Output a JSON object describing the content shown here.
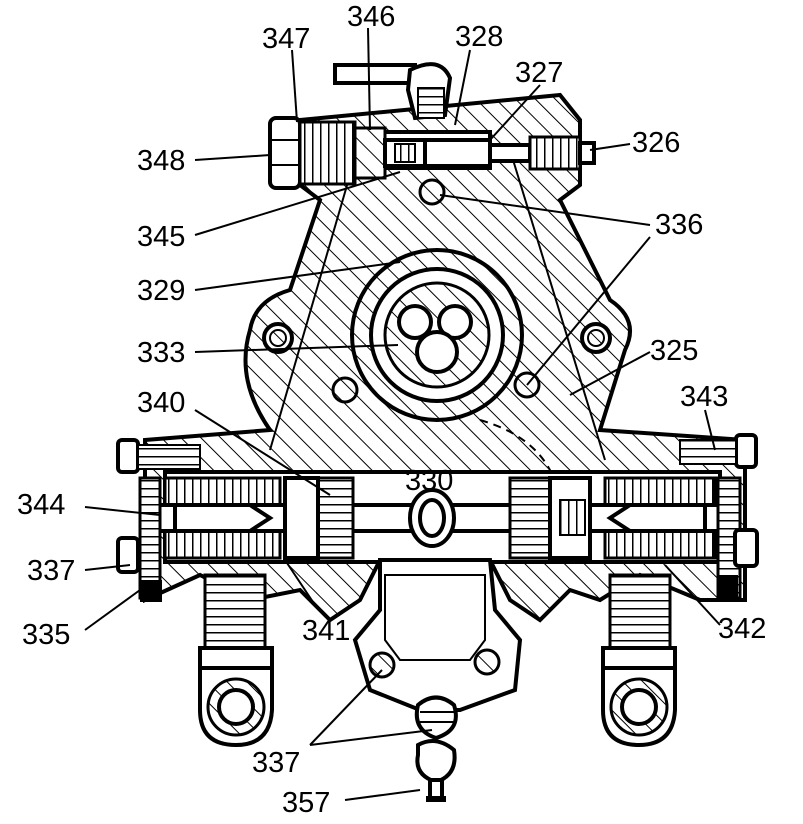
{
  "figure": {
    "labels": {
      "l326": "326",
      "l327": "327",
      "l328": "328",
      "l346": "346",
      "l347": "347",
      "l348": "348",
      "l345": "345",
      "l336": "336",
      "l329": "329",
      "l333": "333",
      "l325": "325",
      "l340": "340",
      "l343": "343",
      "l330": "330",
      "l344": "344",
      "l337a": "337",
      "l335": "335",
      "l341": "341",
      "l342": "342",
      "l337b": "337",
      "l357": "357"
    }
  }
}
